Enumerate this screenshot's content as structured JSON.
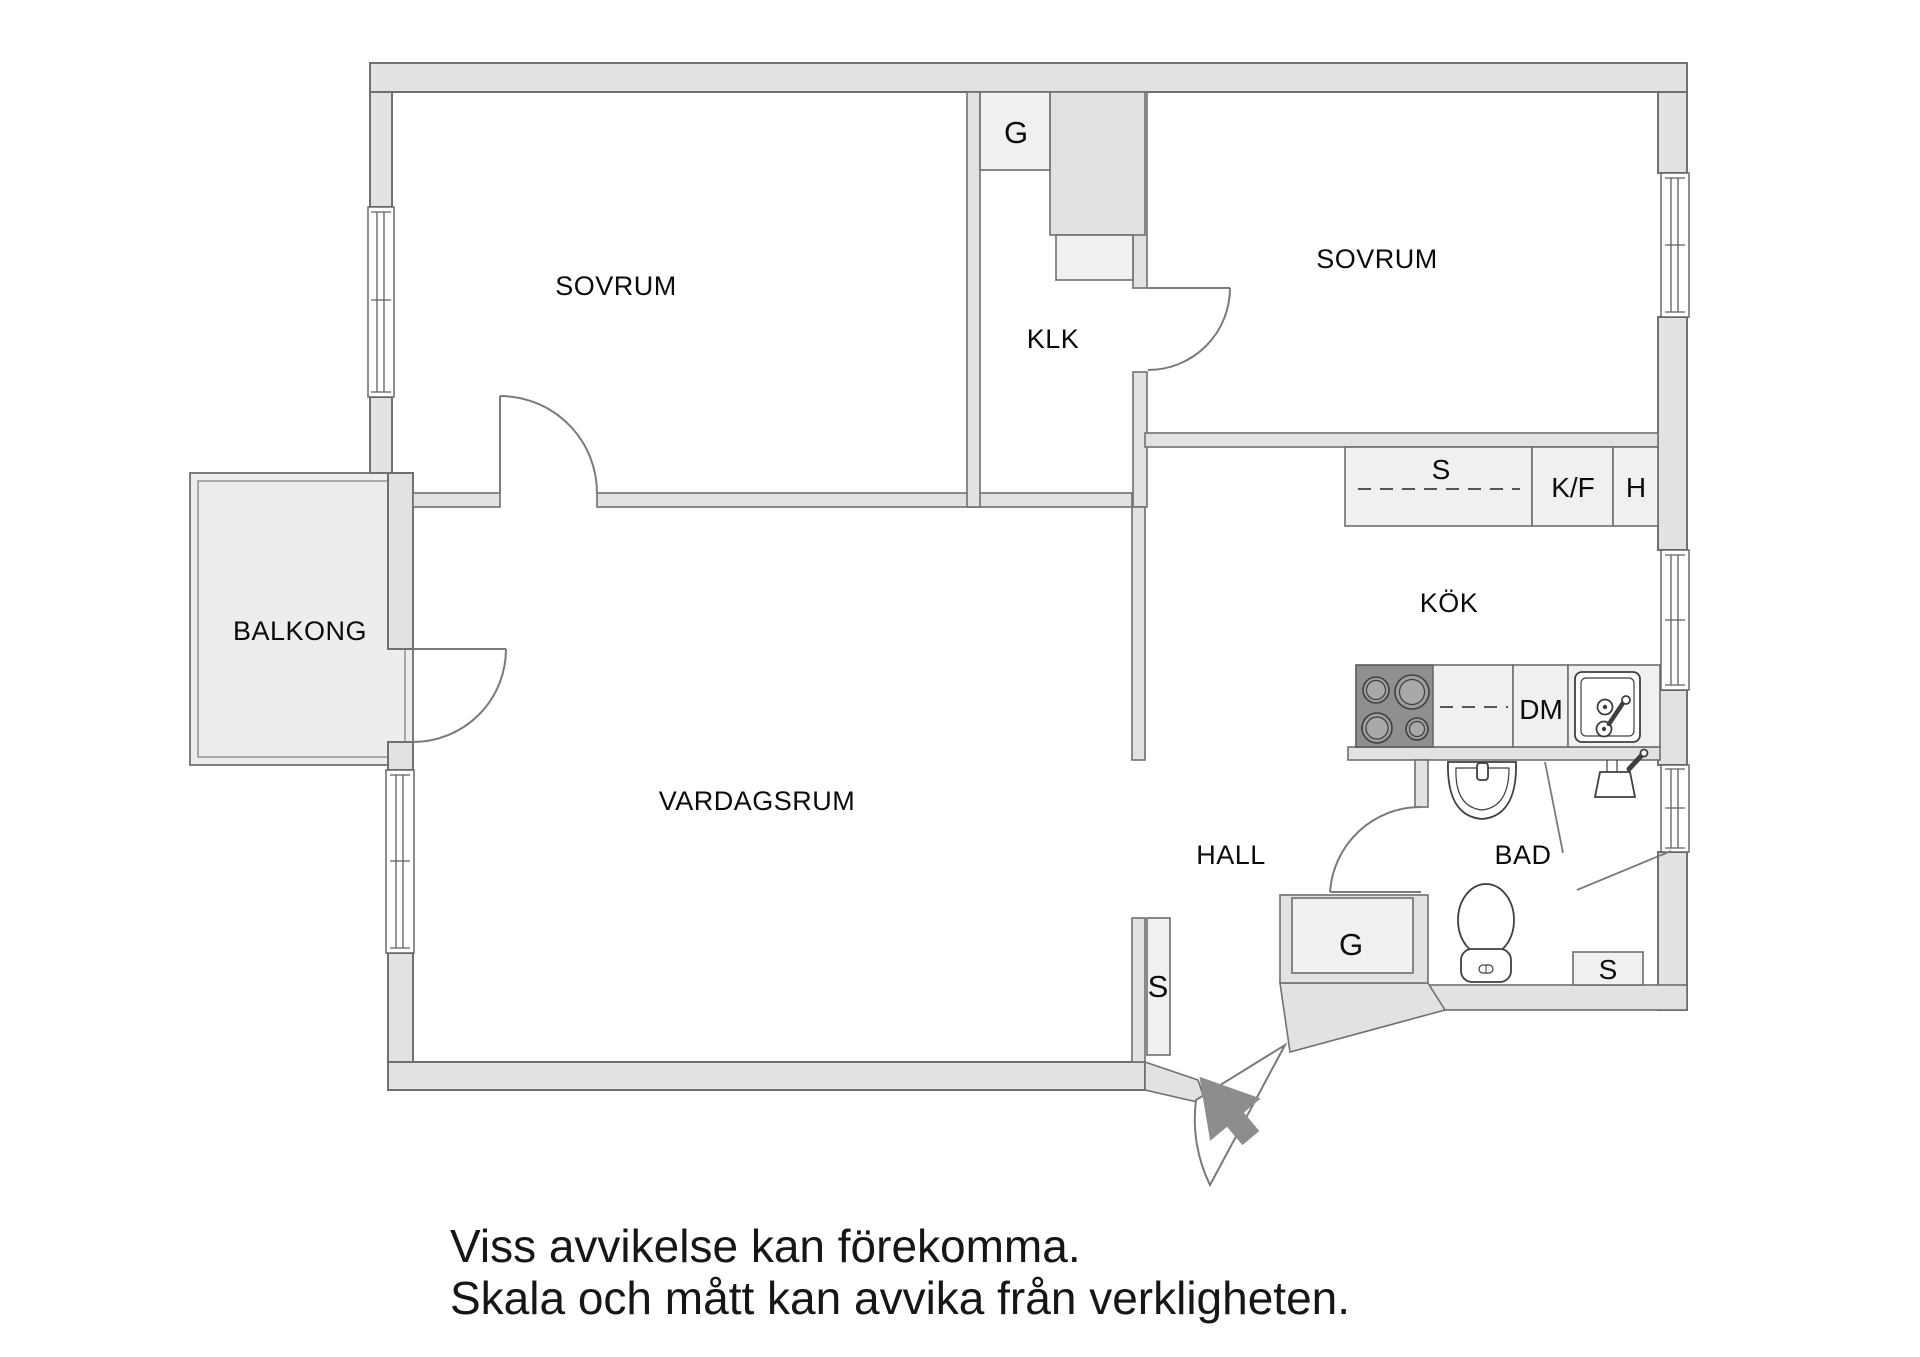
{
  "fp": {
    "title": "floor-plan",
    "rooms": {
      "sovrum_left": "SOVRUM",
      "sovrum_right": "SOVRUM",
      "klk": "KLK",
      "balkong": "BALKONG",
      "vardagsrum": "VARDAGSRUM",
      "kok": "KÖK",
      "hall": "HALL",
      "bad": "BAD"
    },
    "units": {
      "wardrobe_top": "G",
      "wardrobe_hall": "G",
      "closet_hall": "S",
      "closet_bad": "S",
      "wardrobe_kitchen": "S",
      "fridge_freezer": "K/F",
      "shelf": "H",
      "dishwasher": "DM"
    },
    "note": {
      "line1": "Viss avvikelse kan förekomma.",
      "line2": "Skala och mått kan avvika från verkligheten."
    },
    "colors": {
      "wall_fill": "#e2e2e2",
      "wall_stroke": "#707070",
      "closet_fill": "#f0f0f0",
      "balcony_fill": "#ededed",
      "stove_fill": "#8f8f8f",
      "arrow_fill": "#8d8d8d",
      "floor": "#ffffff",
      "text": "#0b0b0b"
    }
  }
}
